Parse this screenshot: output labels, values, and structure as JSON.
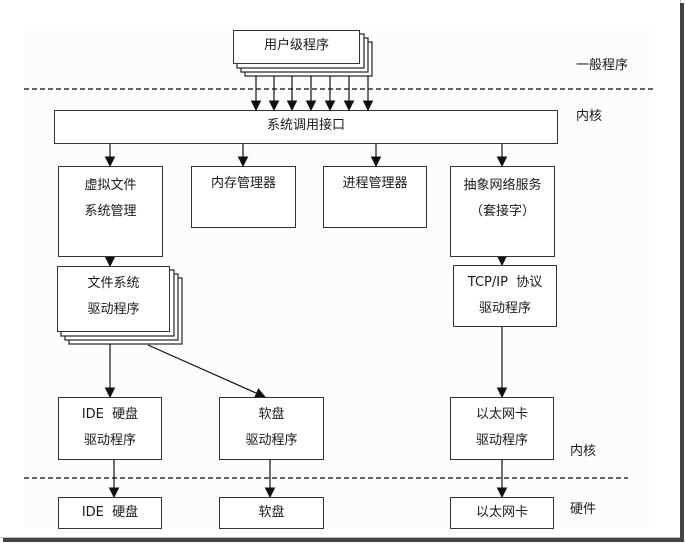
{
  "layers": {
    "user": "一般程序",
    "kernel_top": "内核",
    "kernel_bottom": "内核",
    "hardware": "硬件"
  },
  "boxes": {
    "user_programs": [
      "用户级程序"
    ],
    "syscall": [
      "系统调用接口"
    ],
    "vfs": [
      "虚拟文件",
      "系统管理"
    ],
    "memory": [
      "内存管理器"
    ],
    "process": [
      "进程管理器"
    ],
    "network": [
      "抽象网络服务",
      "（套接字）"
    ],
    "fs_driver": [
      "文件系统",
      "驱动程序"
    ],
    "tcpip": [
      "TCP/IP  协议",
      "驱动程序"
    ],
    "ide_driver": [
      "IDE  硬盘",
      "驱动程序"
    ],
    "floppy_driver": [
      "软盘",
      "驱动程序"
    ],
    "eth_driver": [
      "以太网卡",
      "驱动程序"
    ],
    "ide_hw": [
      "IDE  硬盘"
    ],
    "floppy_hw": [
      "软盘"
    ],
    "eth_hw": [
      "以太网卡"
    ]
  },
  "colors": {
    "line": "#222222",
    "dash": "#333333",
    "border": "#333333"
  }
}
